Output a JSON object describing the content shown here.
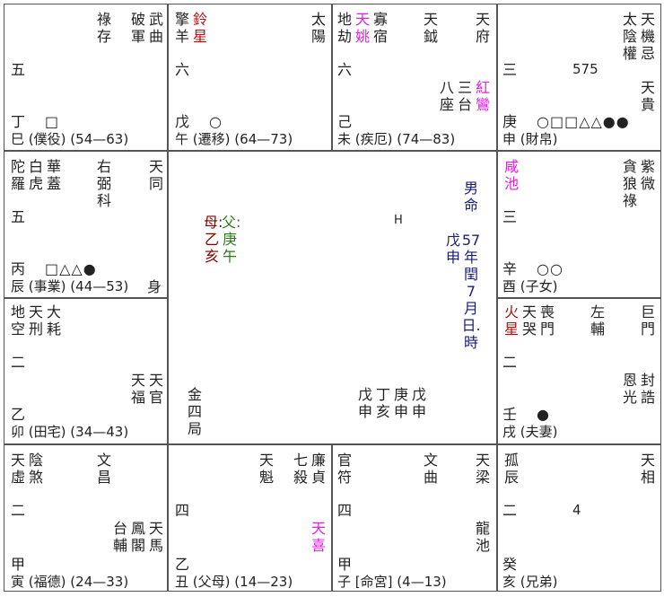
{
  "palaces": {
    "si": {
      "stars_right": [
        "破軍",
        "武曲"
      ],
      "stars_mid": [
        "祿存"
      ],
      "num": "五",
      "stem": "丁",
      "symbols": "□",
      "branch": "巳",
      "name": "(僕役)",
      "range": "(54—63)"
    },
    "wu": {
      "stars_left": [
        "擎羊",
        "鈴星"
      ],
      "stars_right": [
        "太陽"
      ],
      "num": "六",
      "stem": "戊",
      "symbols": "○",
      "branch": "午",
      "name": "(遷移)",
      "range": "(64—73)"
    },
    "wei": {
      "stars_left": [
        "地劫",
        "天姚",
        "寡宿"
      ],
      "stars_mid": [
        "天鉞"
      ],
      "stars_right": [
        "天府"
      ],
      "lower_right": [
        "八座",
        "三台",
        "紅鸞"
      ],
      "num": "六",
      "stem": "己",
      "branch": "未",
      "name": "(疾厄)",
      "range": "(74—83)"
    },
    "shen": {
      "stars_right": [
        "太陰權",
        "天機忌"
      ],
      "lower_right": [
        "天貴"
      ],
      "num": "三",
      "extra": "575",
      "stem": "庚",
      "symbols": "○□□△△●●",
      "branch": "申",
      "name": "(財帛)"
    },
    "chen": {
      "stars_left": [
        "陀羅",
        "白虎",
        "華蓋"
      ],
      "stars_mid": [
        "右弼科"
      ],
      "stars_right": [
        "天同"
      ],
      "num": "五",
      "stem": "丙",
      "symbols": "□△△●",
      "branch": "辰",
      "name": "(事業)",
      "range": "(44—53)",
      "body_mark": "身"
    },
    "you": {
      "stars_left": [
        "咸池"
      ],
      "stars_right": [
        "貪狼祿",
        "紫微"
      ],
      "num": "三",
      "stem": "辛",
      "symbols": "○○",
      "branch": "酉",
      "name": "(子女)"
    },
    "mao": {
      "stars_left": [
        "地空",
        "天刑",
        "大耗"
      ],
      "lower_right": [
        "天福",
        "天官"
      ],
      "num": "二",
      "stem": "乙",
      "branch": "卯",
      "name": "(田宅)",
      "range": "(34—43)"
    },
    "xu": {
      "stars_left": [
        "火星",
        "天哭",
        "喪門"
      ],
      "stars_mid": [
        "左輔"
      ],
      "stars_right": [
        "巨門"
      ],
      "lower_right": [
        "恩光",
        "封誥"
      ],
      "num": "二",
      "stem": "壬",
      "symbols": "●",
      "branch": "戌",
      "name": "(夫妻)"
    },
    "yin": {
      "stars_left": [
        "天虛",
        "陰煞"
      ],
      "stars_mid": [
        "文昌"
      ],
      "lower_right": [
        "台輔",
        "鳳閣",
        "天馬"
      ],
      "num": "二",
      "stem": "甲",
      "branch": "寅",
      "name": "(福德)",
      "range": "(24—33)"
    },
    "chou": {
      "stars_mid": [
        "天魁"
      ],
      "stars_right": [
        "七殺",
        "廉貞"
      ],
      "lower_right": [
        "天喜"
      ],
      "num": "四",
      "stem": "乙",
      "branch": "丑",
      "name": "(父母)",
      "range": "(14—23)"
    },
    "zi": {
      "stars_left": [
        "官符"
      ],
      "stars_mid": [
        "文曲"
      ],
      "stars_right": [
        "天梁"
      ],
      "lower_right": [
        "龍池"
      ],
      "num": "四",
      "stem": "甲",
      "branch": "子",
      "name": "[命宮]",
      "range": "(4—13)"
    },
    "hai": {
      "stars_left": [
        "孤辰"
      ],
      "stars_right": [
        "天相"
      ],
      "num": "二",
      "extra": "4",
      "stem": "癸",
      "branch": "亥",
      "name": "(兄弟)"
    }
  },
  "center": {
    "mother": "母:乙亥",
    "father": "父:庚午",
    "marker": "H",
    "gender": "男命",
    "year_ganzhi": "戊申",
    "birth": "57年閏7月 日.時",
    "element_bureau": "金四局",
    "four_pillars": [
      "戊申",
      "丁亥",
      "庚申",
      "戊申"
    ]
  }
}
